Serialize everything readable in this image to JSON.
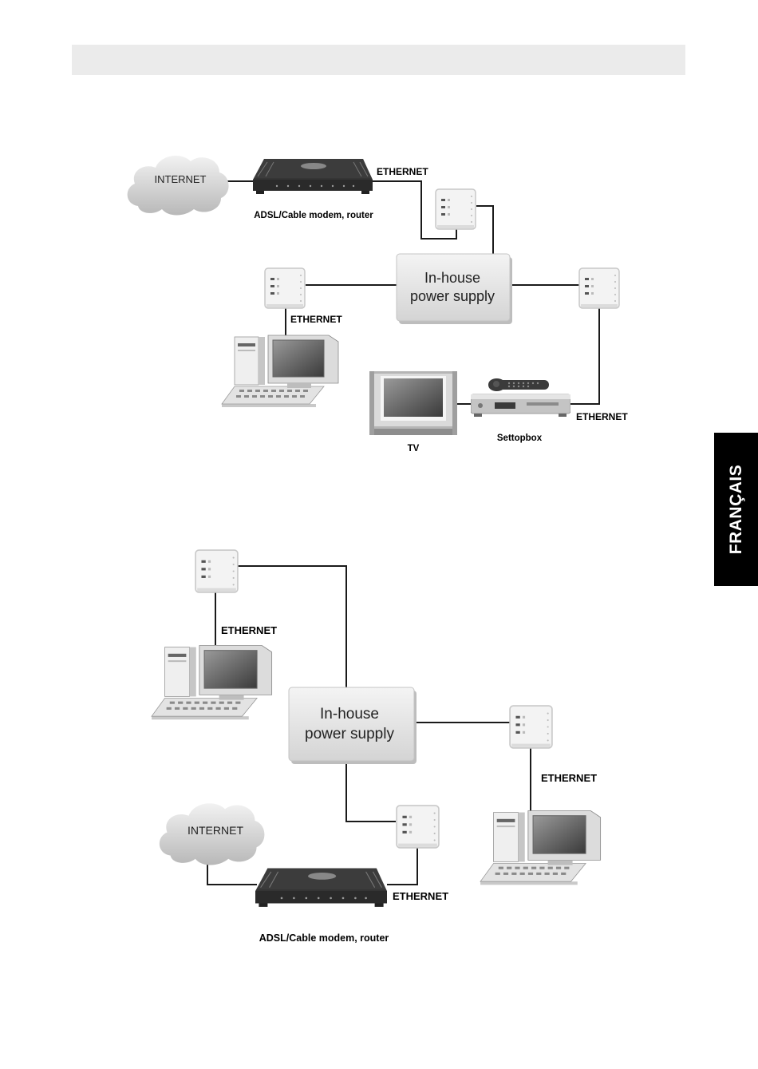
{
  "side_tab": {
    "label": "FRANÇAIS"
  },
  "diagram1": {
    "internet": "INTERNET",
    "modem": "ADSL/Cable modem, router",
    "ethernet_top": "ETHERNET",
    "psu_line1": "In-house",
    "psu_line2": "power supply",
    "ethernet_pc": "ETHERNET",
    "ethernet_stb": "ETHERNET",
    "tv": "TV",
    "settopbox": "Settopbox"
  },
  "diagram2": {
    "ethernet_pc_left": "ETHERNET",
    "psu_line1": "In-house",
    "psu_line2": "power supply",
    "ethernet_pc_right": "ETHERNET",
    "internet": "INTERNET",
    "ethernet_modem": "ETHERNET",
    "modem": "ADSL/Cable modem, router"
  }
}
